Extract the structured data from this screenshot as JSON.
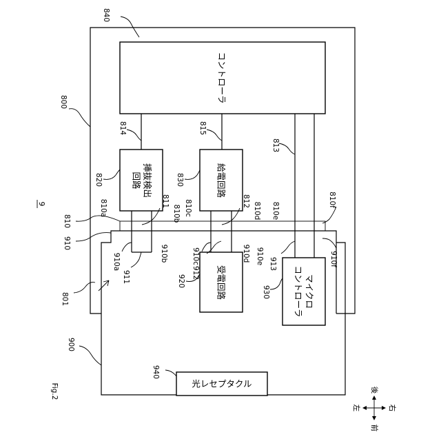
{
  "figure_label": "Fig.2",
  "system_label": "9",
  "blocks": {
    "controller": "コントローラ",
    "detect": [
      "挿抜検出",
      "回路"
    ],
    "supply": "給電回路",
    "receive": "受電回路",
    "micro": [
      "マイクロ",
      "コントローラ"
    ],
    "optical": "光レセプタクル"
  },
  "refs": {
    "r840": "840",
    "r800": "800",
    "r801": "801",
    "r900": "900",
    "r940": "940",
    "r810": "810",
    "r910": "910",
    "r814": "814",
    "r815": "815",
    "r813": "813",
    "r820": "820",
    "r830": "830",
    "r920": "920",
    "r930": "930",
    "r811": "811",
    "r812": "812",
    "r810a": "810a",
    "r810b": "810b",
    "r810c": "810c",
    "r810d": "810d",
    "r810e": "810e",
    "r810f": "810f",
    "r910a": "910a",
    "r910b": "910b",
    "r910c": "910c",
    "r910d": "910d",
    "r910e": "910e",
    "r910f": "910f",
    "r911": "911",
    "r912": "912",
    "r913": "913"
  },
  "directions": {
    "front": "前",
    "back": "後",
    "left": "左",
    "right": "右"
  }
}
